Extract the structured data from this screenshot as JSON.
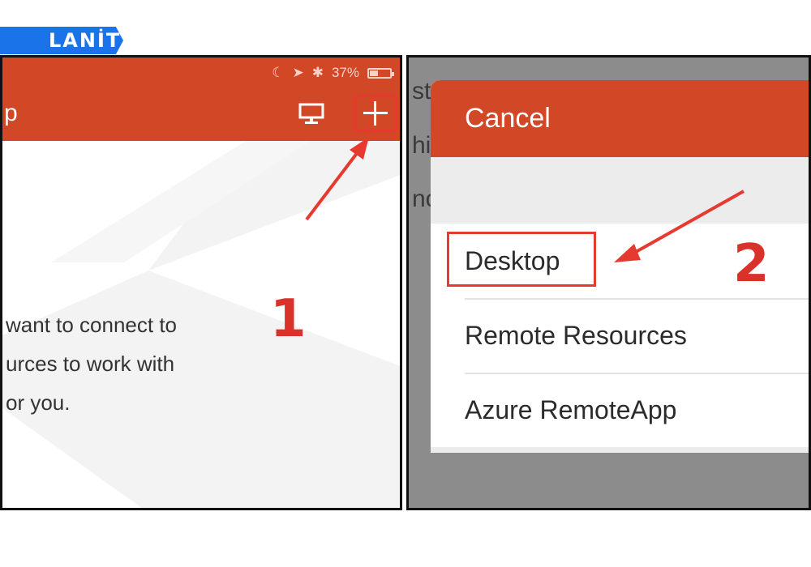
{
  "brand": {
    "logo_text": "LANİT",
    "color": "#1a73e8"
  },
  "colors": {
    "accent": "#d24726",
    "annotation": "#e63a30"
  },
  "left_panel": {
    "status": {
      "battery_percent": "37%",
      "icons": [
        "moon-icon",
        "location-icon",
        "bluetooth-icon",
        "battery-icon"
      ]
    },
    "app_title_fragment": "p",
    "toolbar": {
      "monitor_icon": "monitor-icon",
      "add_icon": "plus-icon"
    },
    "intro_lines": [
      "want to connect to",
      "urces to work with",
      "or you."
    ],
    "step_number": "1"
  },
  "right_panel": {
    "background_text": [
      "st",
      "hi",
      "nc"
    ],
    "sheet": {
      "cancel_label": "Cancel",
      "items": [
        {
          "label": "Desktop"
        },
        {
          "label": "Remote Resources"
        },
        {
          "label": "Azure RemoteApp"
        }
      ]
    },
    "step_number": "2"
  }
}
